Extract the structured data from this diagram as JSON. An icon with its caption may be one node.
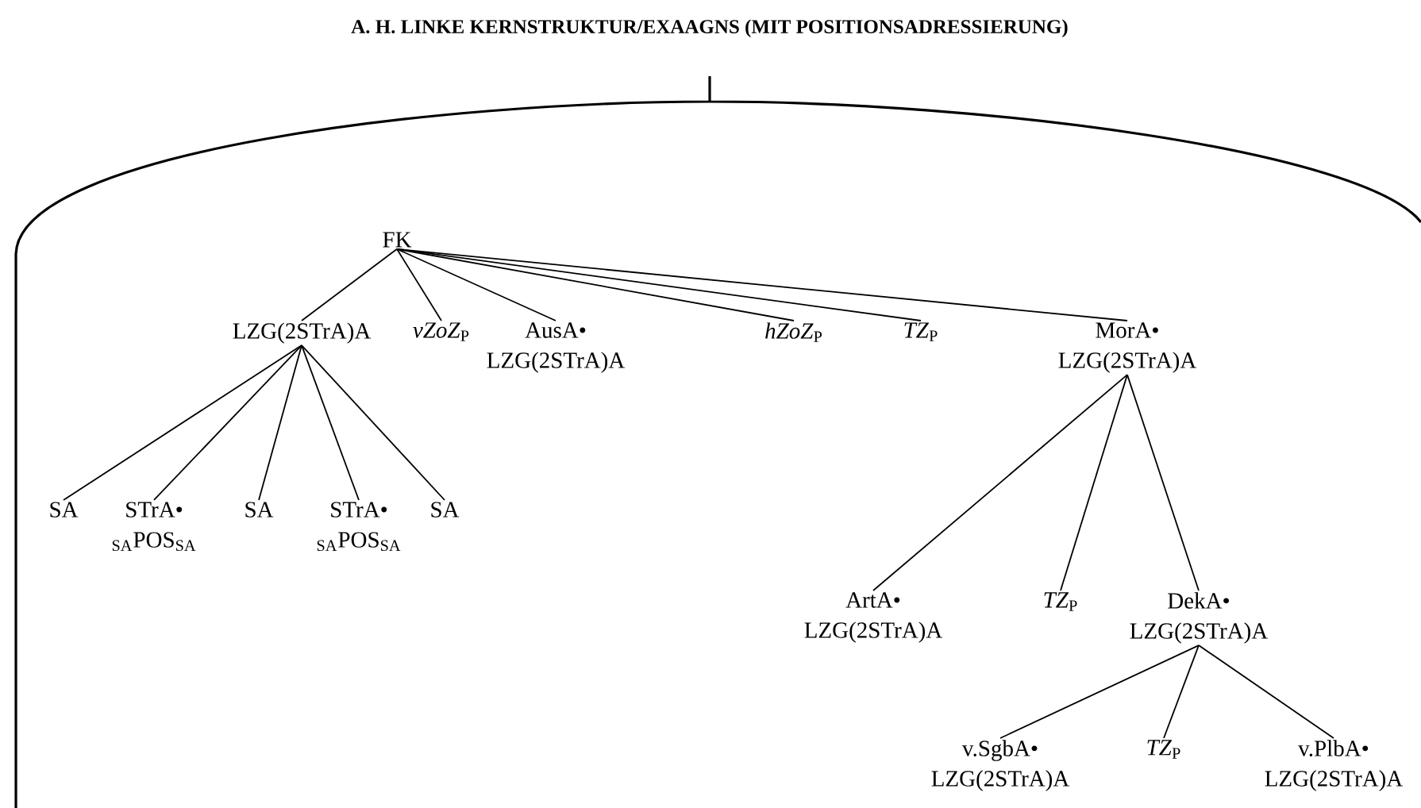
{
  "diagram": {
    "title": "A. H. LINKE KERNSTRUKTUR/EXAAGNS (MIT POSITIONSADRESSIERUNG)",
    "nodes": [
      {
        "text": [
          "FK"
        ]
      },
      {
        "text": [
          "LZG(2STrA)A"
        ]
      },
      {
        "text": [
          "*vZoZ*$_{P}$"
        ]
      },
      {
        "text": [
          "AusA• LZG(2STrA)A"
        ]
      },
      {
        "text": [
          "*hZoZ*$_{P}$"
        ]
      },
      {
        "text": [
          "*TZ*$_{P}$"
        ]
      },
      {
        "text": [
          "MorA• LZG(2STrA)A"
        ]
      },
      {
        "text": [
          "SA"
        ]
      },
      {
        "text": [
          "STrA• $_{SA}$POS$_{SA}$"
        ]
      },
      {
        "text": [
          "SA"
        ]
      },
      {
        "text": [
          "STrA• $_{SA}$POS$_{SA}$"
        ]
      },
      {
        "text": [
          "SA"
        ]
      },
      {
        "text": [
          "ArtA• LZG(2STrA)A"
        ]
      },
      {
        "text": [
          "*TZ*$_{P}$"
        ]
      },
      {
        "text": [
          "DekA• LZG(2STrA)A"
        ]
      },
      {
        "text": [
          "v.SgbA• LZG(2STrA)A"
        ]
      },
      {
        "text": [
          "*TZ*$_{P}$"
        ]
      },
      {
        "text": [
          "v.PlbA• LZG(2STrA)A"
        ]
      }
    ],
    "edges": [
      {
        "from": 0,
        "to": 1,
        "arrow": "none"
      },
      {
        "from": 0,
        "to": 2,
        "arrow": "none"
      },
      {
        "from": 0,
        "to": 3,
        "arrow": "none"
      },
      {
        "from": 0,
        "to": 4,
        "arrow": "none"
      },
      {
        "from": 0,
        "to": 5,
        "arrow": "none"
      },
      {
        "from": 0,
        "to": 6,
        "arrow": "none"
      },
      {
        "from": 1,
        "to": 7,
        "arrow": "none"
      },
      {
        "from": 1,
        "to": 8,
        "arrow": "none"
      },
      {
        "from": 1,
        "to": 9,
        "arrow": "none"
      },
      {
        "from": 1,
        "to": 10,
        "arrow": "none"
      },
      {
        "from": 1,
        "to": 11,
        "arrow": "none"
      },
      {
        "from": 6,
        "to": 12,
        "arrow": "none"
      },
      {
        "from": 6,
        "to": 13,
        "arrow": "none"
      },
      {
        "from": 6,
        "to": 14,
        "arrow": "none"
      },
      {
        "from": 14,
        "to": 15,
        "arrow": "none"
      },
      {
        "from": 14,
        "to": 16,
        "arrow": "none"
      },
      {
        "from": 14,
        "to": 17,
        "arrow": "none"
      }
    ]
  }
}
